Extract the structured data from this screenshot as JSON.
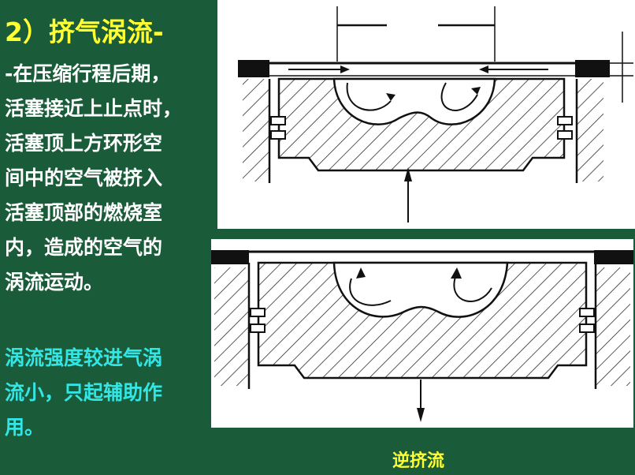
{
  "title": "2）挤气涡流-",
  "paragraph1": {
    "lines": [
      "-在压缩行程后期，",
      "活塞接近上止点时，",
      "活塞顶上方环形空",
      "间中的空气被挤入",
      "活塞顶部的燃烧室",
      "内，造成的空气的",
      "涡流运动。"
    ]
  },
  "paragraph2": {
    "lines": [
      "涡流强度较进气涡",
      "流小，只起辅助作",
      "用。"
    ]
  },
  "figure2": {
    "caption": "逆挤流"
  },
  "colors": {
    "background": "#1a5c3a",
    "title": "#ffff33",
    "body_text": "#ffffff",
    "highlight_text": "#33e6e6",
    "caption": "#ffff33"
  }
}
